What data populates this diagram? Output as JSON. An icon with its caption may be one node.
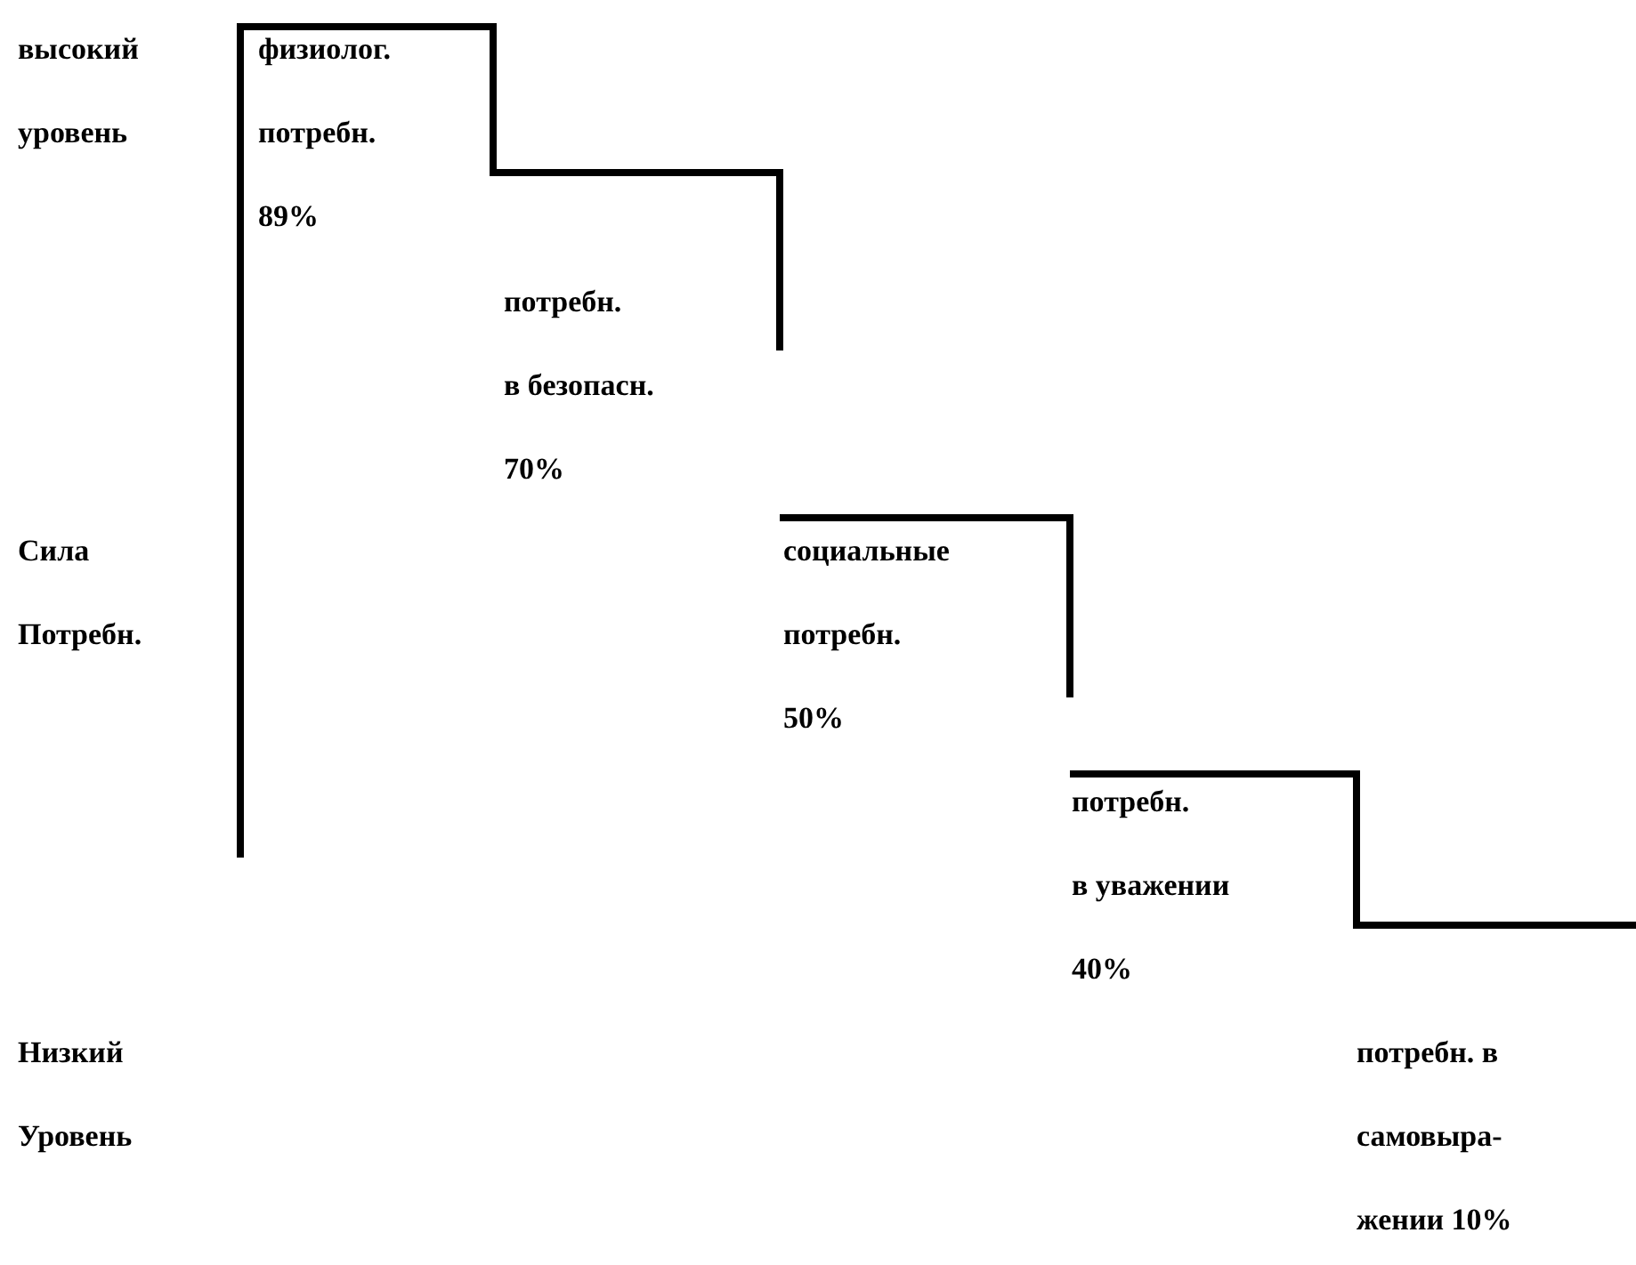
{
  "diagram": {
    "labels": [
      "высокий уровень",
      "физиолог. потребн. 89%",
      "потребн. в безопасн. 70%",
      "Сила Потребн.",
      "социальные потребн. 50%",
      "потребн. в уважении 40%",
      "Низкий Уровень",
      "потребн. в самовыра- жении 10%"
    ]
  }
}
